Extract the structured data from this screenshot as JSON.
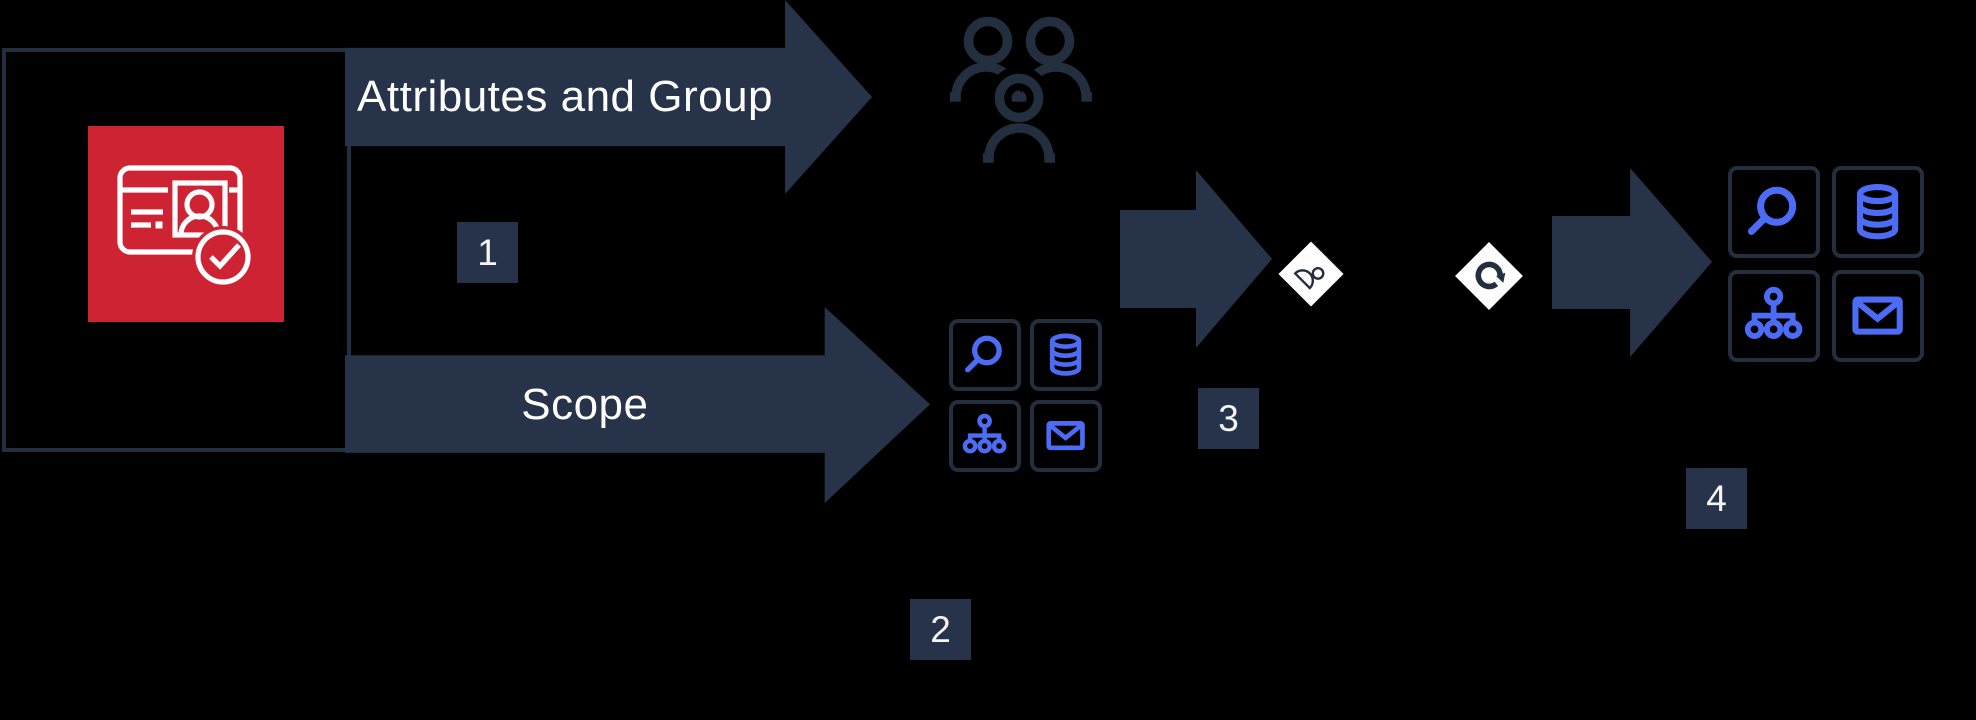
{
  "background": "#000000",
  "colors": {
    "dark_navy": "#232f3e",
    "arrow_fill": "#263349",
    "badge_fill": "#26334a",
    "icon_blue": "#4d6cf5",
    "brand_red": "#cd2333",
    "diamond_white": "#ffffff",
    "label_text": "#ffffff"
  },
  "source_box": {
    "icon": "iam-identity-center-icon"
  },
  "arrows": {
    "attributes": {
      "label": "Attributes and Group"
    },
    "scope": {
      "label": "Scope"
    },
    "mid": {
      "label": ""
    },
    "right": {
      "label": ""
    }
  },
  "icons": {
    "users_group": "users-group-icon",
    "left_app_grid": [
      "search-icon",
      "database-icon",
      "org-chart-icon",
      "mail-icon"
    ],
    "right_app_grid": [
      "search-icon",
      "database-icon",
      "org-chart-icon",
      "mail-icon"
    ],
    "diamond_user": "user-card-icon",
    "diamond_sync": "sync-icon"
  },
  "badges": {
    "step1": "1",
    "step2": "2",
    "step3": "3",
    "step4": "4"
  }
}
